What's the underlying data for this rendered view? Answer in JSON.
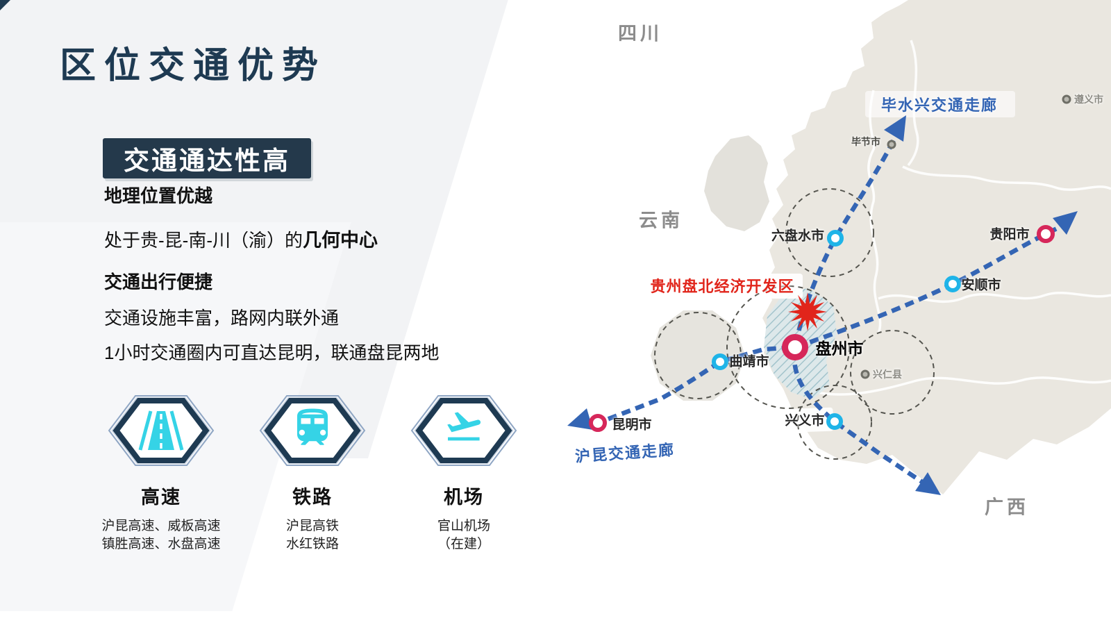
{
  "slide": {
    "title": "区位交通优势",
    "badge": "交通通达性高"
  },
  "intro": {
    "heading1": "地理位置优越",
    "line1_prefix": "处于贵-昆-南-川（渝）的",
    "line1_bold": "几何中心",
    "heading2": "交通出行便捷",
    "line2": "交通设施丰富，路网内联外通",
    "line3": "1小时交通圈内可直达昆明，联通盘昆两地"
  },
  "cards": [
    {
      "title": "高速",
      "icon": "highway-icon",
      "lines": [
        "沪昆高速、威板高速",
        "镇胜高速、水盘高速"
      ]
    },
    {
      "title": "铁路",
      "icon": "train-icon",
      "lines": [
        "沪昆高铁",
        "水红铁路"
      ]
    },
    {
      "title": "机场",
      "icon": "plane-icon",
      "lines": [
        "官山机场",
        "（在建）"
      ]
    }
  ],
  "map": {
    "provinces": {
      "sichuan": "四川",
      "yunnan": "云南",
      "guangxi": "广西"
    },
    "corridors": {
      "top": "毕水兴交通走廊",
      "bottom": "沪昆交通走廊"
    },
    "zone": "贵州盘北经济开发区",
    "cities": {
      "bijie": "毕节市",
      "zunyi": "遵义市",
      "liupanshui": "六盘水市",
      "guiyang": "贵阳市",
      "anshun": "安顺市",
      "panzhou": "盘州市",
      "qujing": "曲靖市",
      "kunming": "昆明市",
      "xingyi": "兴义市",
      "xingren": "兴仁县"
    }
  },
  "colors": {
    "navy": "#1E3A52",
    "icon_cyan": "#35D3E6",
    "route_blue": "#3465B4",
    "marker_cyan": "#1FB4E8",
    "marker_red": "#D6275A",
    "zone_red": "#E1251B",
    "province_gray": "#8C8C8C"
  }
}
